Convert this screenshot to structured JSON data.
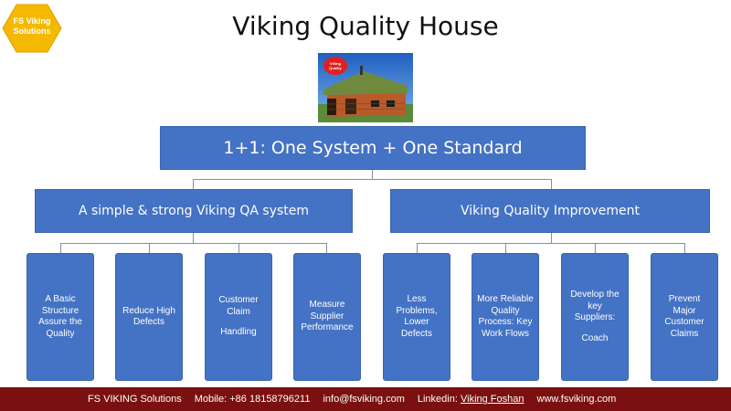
{
  "logo": {
    "line1": "FS Viking",
    "line2": "Solutions",
    "color": "#f5b800"
  },
  "title": "Viking Quality House",
  "image": {
    "badge_line1": "Viking",
    "badge_line2": "Quality"
  },
  "main": "1+1: One System + One Standard",
  "branches": [
    {
      "label": "A simple & strong Viking QA system",
      "leaves": [
        {
          "lines": [
            "A Basic Structure Assure the Quality"
          ]
        },
        {
          "lines": [
            "Reduce High Defects"
          ]
        },
        {
          "lines": [
            "Customer Claim",
            "Handling"
          ]
        },
        {
          "lines": [
            "Measure Supplier Performance"
          ]
        }
      ]
    },
    {
      "label": "Viking Quality Improvement",
      "leaves": [
        {
          "lines": [
            "Less Problems, Lower Defects"
          ]
        },
        {
          "lines": [
            "More Reliable Quality Process: Key Work Flows"
          ]
        },
        {
          "lines": [
            "Develop the key Suppliers:",
            "Coach"
          ]
        },
        {
          "lines": [
            "Prevent Major Customer Claims"
          ]
        }
      ]
    }
  ],
  "footer": {
    "company": "FS VIKING Solutions",
    "mobile_label": "Mobile:",
    "mobile": "+86 18158796211",
    "email": "info@fsviking.com",
    "linkedin_label": "Linkedin:",
    "linkedin": "Viking Foshan",
    "website": "www.fsviking.com"
  },
  "colors": {
    "box": "#4472c4",
    "footer": "#7b1010",
    "connector": "#7f8fa8"
  }
}
